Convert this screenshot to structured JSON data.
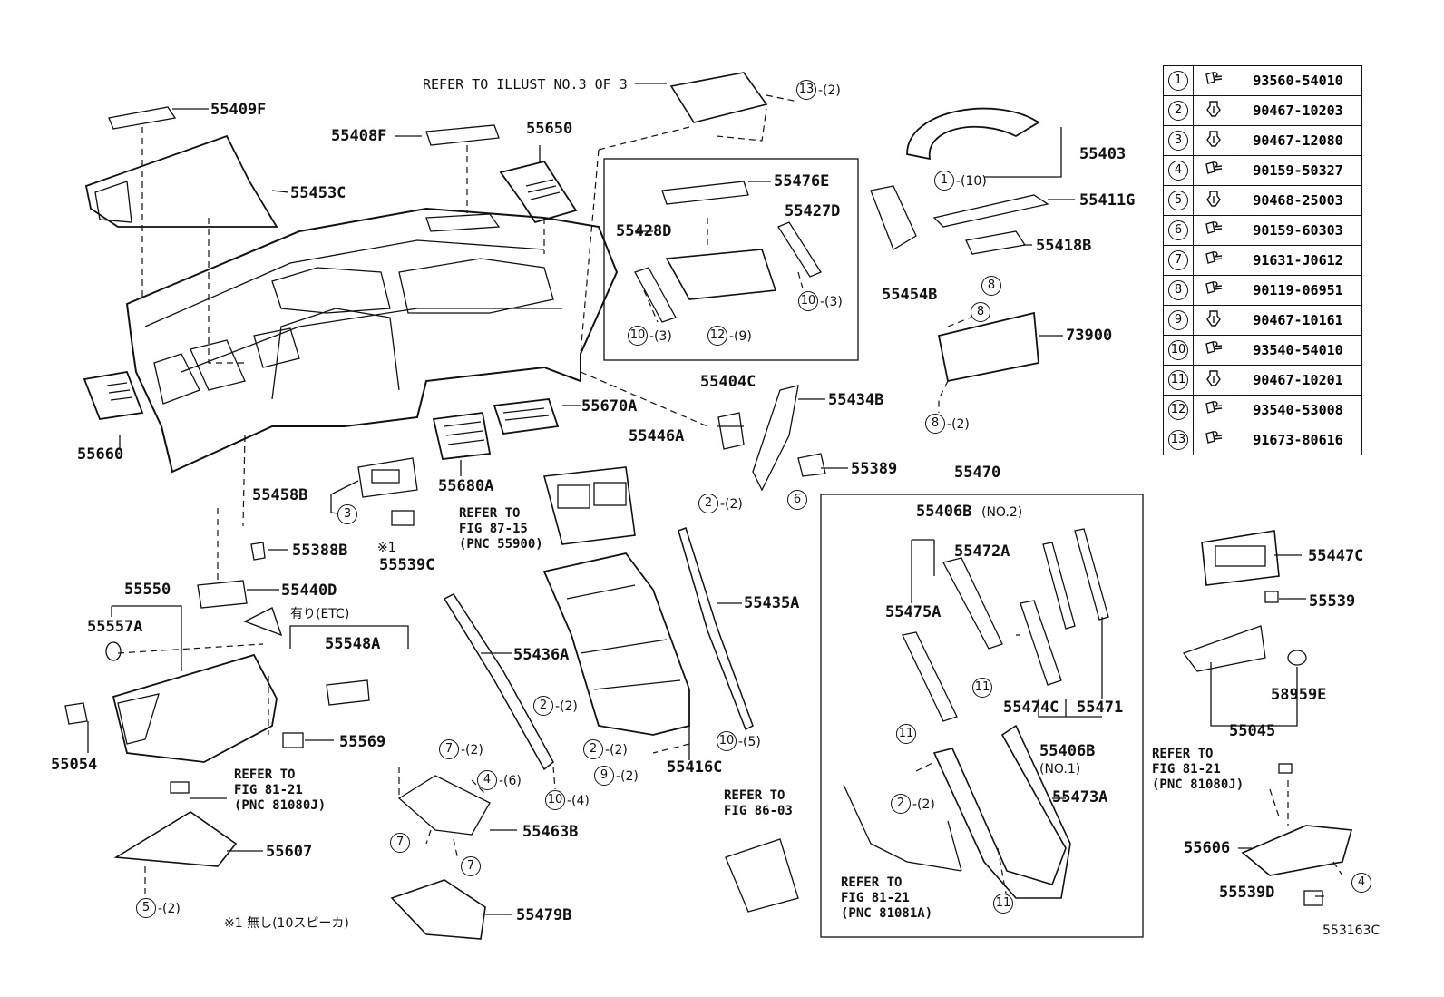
{
  "parts": {
    "p55409F": "55409F",
    "p55408F": "55408F",
    "p55453C": "55453C",
    "p55650": "55650",
    "p55660": "55660",
    "p55680A": "55680A",
    "p55670A": "55670A",
    "p55458B": "55458B",
    "p55388B": "55388B",
    "p55539C": "55539C",
    "p55440D": "55440D",
    "p55550": "55550",
    "p55557A": "55557A",
    "p55548A": "55548A",
    "p55054": "55054",
    "p55569": "55569",
    "p55607": "55607",
    "p55463B": "55463B",
    "p55479B": "55479B",
    "p55436A": "55436A",
    "p55416C": "55416C",
    "p55435A": "55435A",
    "p55476E": "55476E",
    "p55428D": "55428D",
    "p55427D": "55427D",
    "p55404C": "55404C",
    "p55403": "55403",
    "p55411G": "55411G",
    "p55418B": "55418B",
    "p55454B": "55454B",
    "p73900": "73900",
    "p55434B": "55434B",
    "p55446A": "55446A",
    "p55389": "55389",
    "p55470": "55470",
    "p55406B2": "55406B",
    "p55406B2n": "(NO.2)",
    "p55472A": "55472A",
    "p55475A": "55475A",
    "p55474C": "55474C",
    "p55471": "55471",
    "p55406B1": "55406B",
    "p55406B1n": "(NO.1)",
    "p55473A": "55473A",
    "p55447C": "55447C",
    "p55539": "55539",
    "p58959E": "58959E",
    "p55045": "55045",
    "p55606": "55606",
    "p55539D": "55539D"
  },
  "refs": {
    "illust3": "REFER TO ILLUST NO.3 OF 3",
    "fig8715": "REFER TO\nFIG 87-15\n(PNC 55900)",
    "fig8121a": "REFER TO\nFIG 81-21\n(PNC 81080J)",
    "fig8603": "REFER TO\nFIG 86-03",
    "fig8121b": "REFER TO\nFIG 81-21\n(PNC 81081A)",
    "fig8121c": "REFER TO\nFIG 81-21\n(PNC 81080J)"
  },
  "notes": {
    "asterisk": "※1",
    "etc": "有り(ETC)",
    "footnote": "※1  無し(10スピーカ)",
    "diagram_id": "553163C"
  },
  "callouts": [
    {
      "n": "13",
      "q": "-(2)"
    },
    {
      "n": "1",
      "q": "-(10)"
    },
    {
      "n": "10",
      "q": "-(3)"
    },
    {
      "n": "12",
      "q": "-(9)"
    },
    {
      "n": "10",
      "q": "-(3)"
    },
    {
      "n": "8",
      "q": ""
    },
    {
      "n": "8",
      "q": ""
    },
    {
      "n": "8",
      "q": "-(2)"
    },
    {
      "n": "2",
      "q": "-(2)"
    },
    {
      "n": "6",
      "q": ""
    },
    {
      "n": "3",
      "q": ""
    },
    {
      "n": "2",
      "q": "-(2)"
    },
    {
      "n": "2",
      "q": "-(2)"
    },
    {
      "n": "9",
      "q": "-(2)"
    },
    {
      "n": "10",
      "q": "-(5)"
    },
    {
      "n": "10",
      "q": "-(4)"
    },
    {
      "n": "7",
      "q": "-(2)"
    },
    {
      "n": "4",
      "q": "-(6)"
    },
    {
      "n": "7",
      "q": ""
    },
    {
      "n": "7",
      "q": ""
    },
    {
      "n": "5",
      "q": "-(2)"
    },
    {
      "n": "11",
      "q": ""
    },
    {
      "n": "11",
      "q": ""
    },
    {
      "n": "2",
      "q": "-(2)"
    },
    {
      "n": "11",
      "q": ""
    },
    {
      "n": "4",
      "q": ""
    }
  ],
  "fasteners": [
    {
      "n": "1",
      "part": "93560-54010",
      "icon": "screw-icon"
    },
    {
      "n": "2",
      "part": "90467-10203",
      "icon": "clip-icon"
    },
    {
      "n": "3",
      "part": "90467-12080",
      "icon": "clip-icon"
    },
    {
      "n": "4",
      "part": "90159-50327",
      "icon": "screw-icon"
    },
    {
      "n": "5",
      "part": "90468-25003",
      "icon": "clip-icon"
    },
    {
      "n": "6",
      "part": "90159-60303",
      "icon": "screw-icon"
    },
    {
      "n": "7",
      "part": "91631-J0612",
      "icon": "screw-icon"
    },
    {
      "n": "8",
      "part": "90119-06951",
      "icon": "screw-icon"
    },
    {
      "n": "9",
      "part": "90467-10161",
      "icon": "clip-icon"
    },
    {
      "n": "10",
      "part": "93540-54010",
      "icon": "screw-icon"
    },
    {
      "n": "11",
      "part": "90467-10201",
      "icon": "clip-icon"
    },
    {
      "n": "12",
      "part": "93540-53008",
      "icon": "screw-icon"
    },
    {
      "n": "13",
      "part": "91673-80616",
      "icon": "screw-icon"
    }
  ]
}
